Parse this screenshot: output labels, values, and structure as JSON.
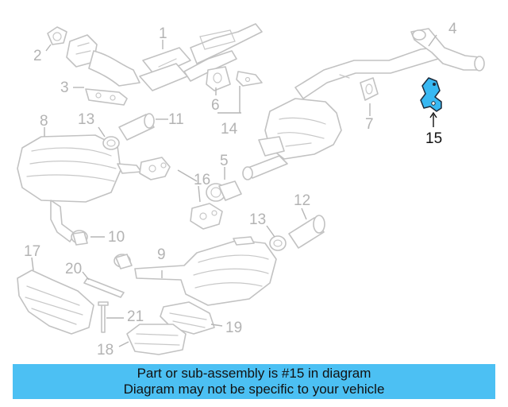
{
  "diagram": {
    "part_labels": {
      "p1": "1",
      "p2": "2",
      "p3": "3",
      "p4": "4",
      "p5": "5",
      "p6": "6",
      "p7": "7",
      "p8": "8",
      "p9": "9",
      "p10": "10",
      "p11": "11",
      "p12": "12",
      "p13a": "13",
      "p13b": "13",
      "p14": "14",
      "p15": "15",
      "p16": "16",
      "p17": "17",
      "p18": "18",
      "p19": "19",
      "p20": "20",
      "p21": "21"
    },
    "highlighted_part": "15",
    "colors": {
      "highlight": "#38b8f2",
      "banner": "#4cc0f3",
      "parts": "#c2c2c2"
    }
  },
  "banner": {
    "line1": "Part or sub-assembly is #15 in diagram",
    "line2": "Diagram may not be specific to your vehicle"
  }
}
